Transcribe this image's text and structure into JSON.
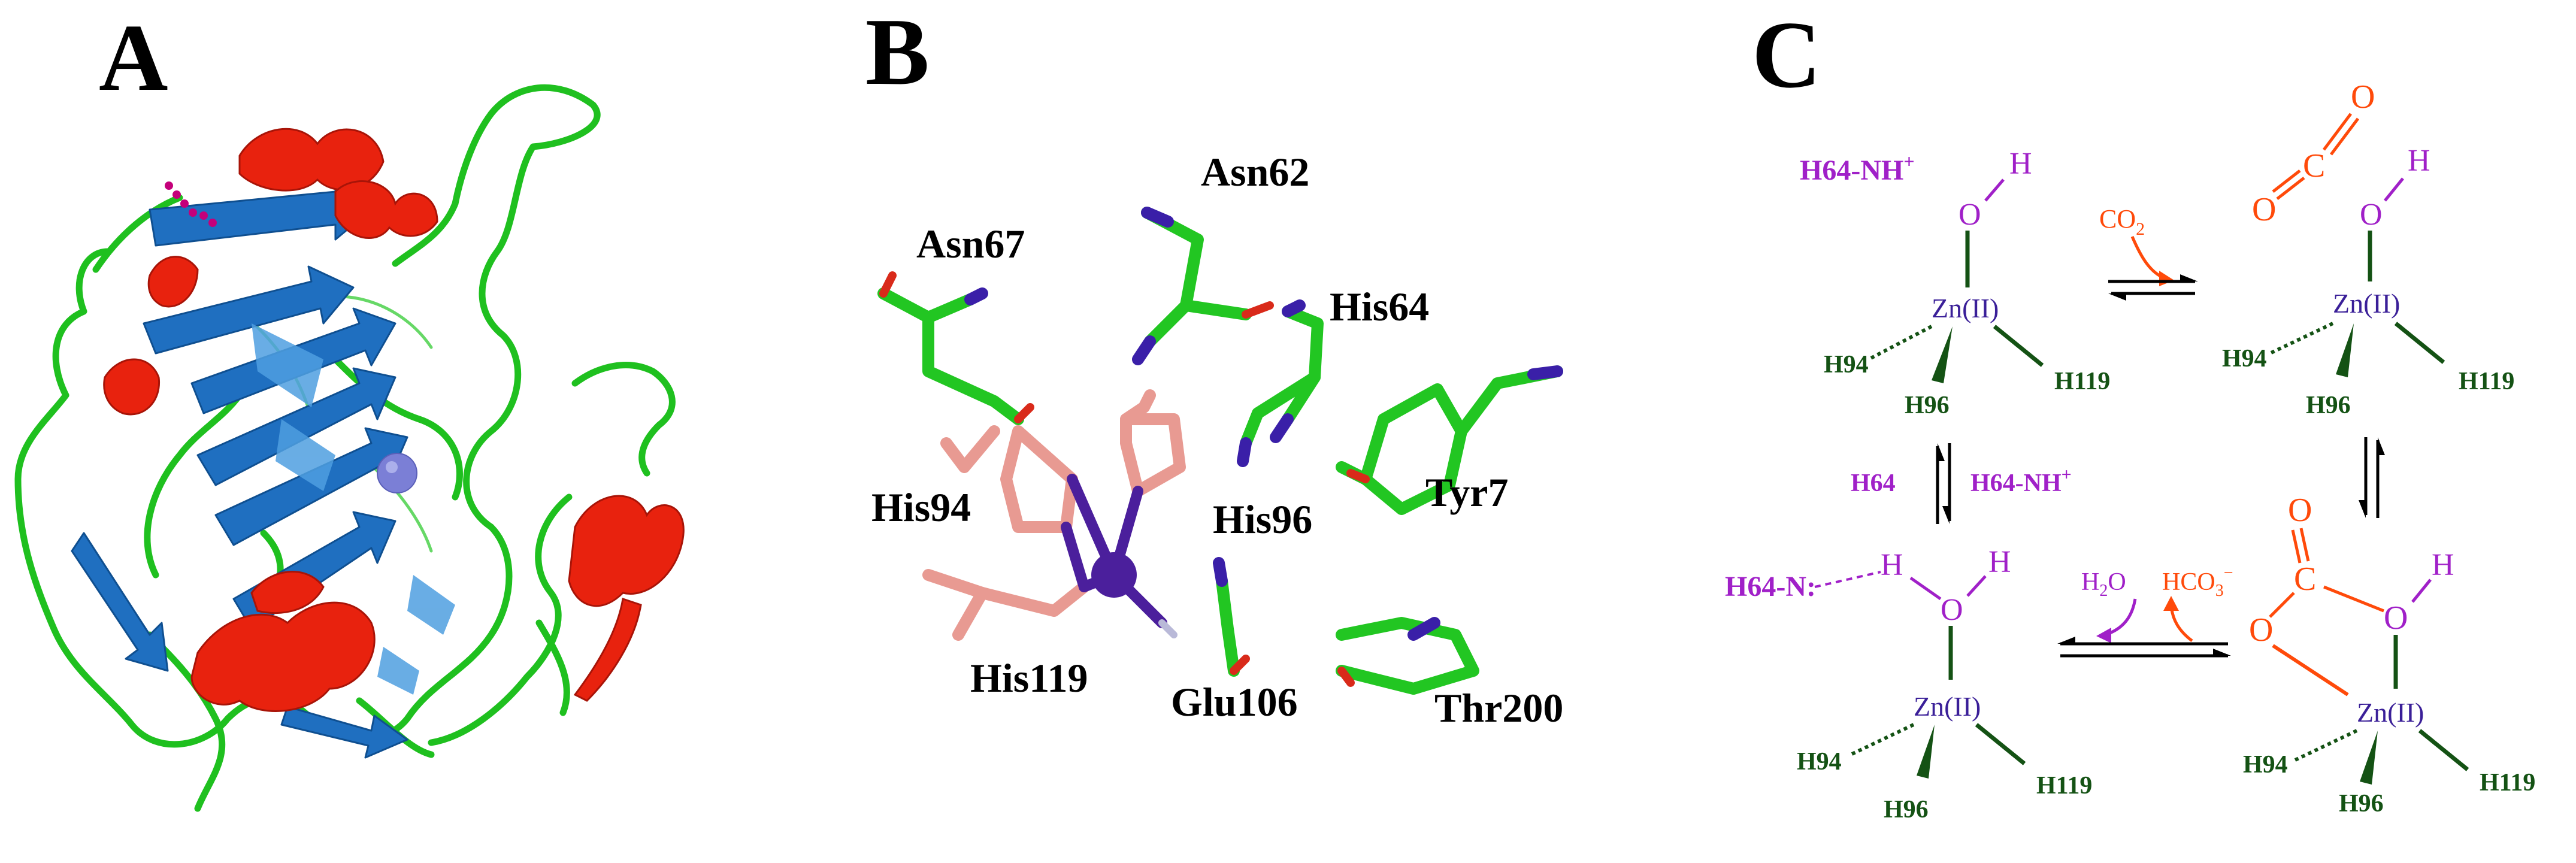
{
  "panels": {
    "a": {
      "letter": "A"
    },
    "b": {
      "letter": "B",
      "residues": {
        "asn67": "Asn67",
        "asn62": "Asn62",
        "his64": "His64",
        "tyr7": "Tyr7",
        "his94": "His94",
        "his96": "His96",
        "his119": "His119",
        "glu106": "Glu106",
        "thr200": "Thr200"
      }
    },
    "c": {
      "letter": "C",
      "zn": "Zn(II)",
      "his94": "H94",
      "his96": "H96",
      "his119": "H119",
      "h64nh_prefix": "H64-NH",
      "plus": "+",
      "h64": "H64",
      "h64n": "H64-N:",
      "h": "H",
      "o": "O",
      "c": "C",
      "co2_main": "CO",
      "two": "2",
      "h2o_h": "H",
      "h2o_o": "O",
      "hco3_main": "HCO",
      "three": "3",
      "minus": "−"
    }
  },
  "colors": {
    "helix": "#e8220e",
    "sheet": "#1f6fc0",
    "loop": "#1fc01f",
    "zinc": "#7b7fd6",
    "zinc_b": "#4b1f9c",
    "carbon": "#22c622",
    "nitrogen": "#3a1fa8",
    "oxygen": "#d92a1a",
    "his_carbon": "#e89a92",
    "purple_text": "#a020c8",
    "dark_green": "#145214",
    "orange": "#ff4a0a",
    "zn_text": "#3a1f98"
  },
  "icons": {
    "protein": "protein-ribbon-structure",
    "active_site": "active-site-sticks",
    "arrows": "equilibrium-arrow-icon"
  }
}
